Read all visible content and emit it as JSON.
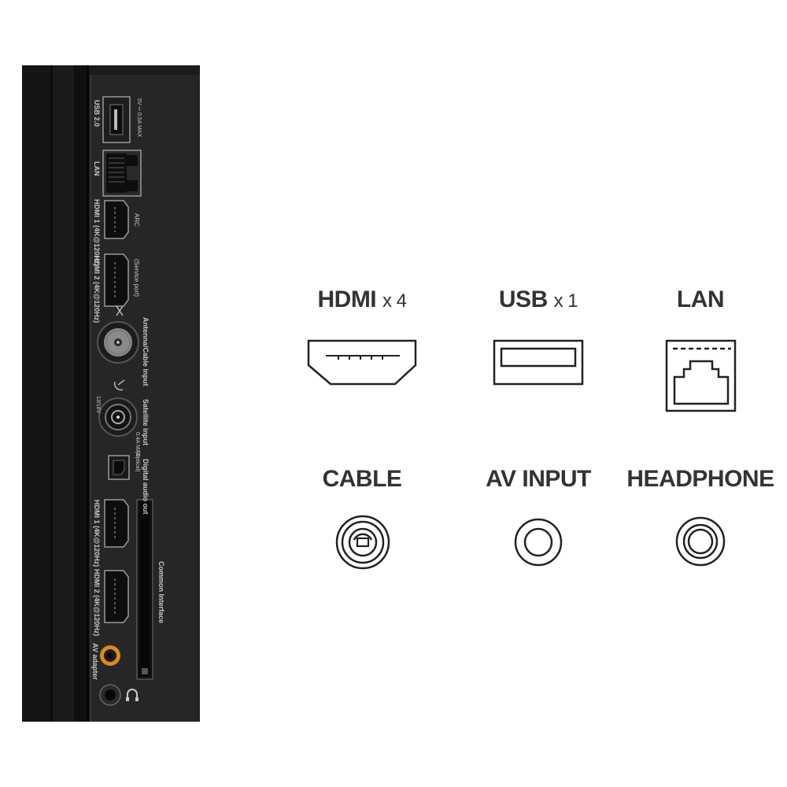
{
  "panel": {
    "port_labels": {
      "usb": "USB 2.0",
      "usb_rating": "5V ⎓ 0.5A MAX",
      "lan": "LAN",
      "hdmi1_top": "HDMI 1 (4K@120Hz)",
      "arc": "ARC",
      "hdmi2_top": "HDMI 2 (4K@120Hz)",
      "service": "(Service port)",
      "antenna": "Antenna/Cable input",
      "satellite": "Satellite input",
      "sat_rating_1": "13/18V",
      "sat_rating_2": "0.4A MAX",
      "digital_audio": "Digital audio out",
      "optical": "(Optical)",
      "hdmi1_bottom": "HDMI 1 (4K@120Hz)",
      "common_interface": "Common Interface",
      "hdmi2_bottom": "HDMI 2 (4K@120Hz)",
      "av_adapter": "AV adapter"
    }
  },
  "ports": {
    "hdmi": {
      "name": "HDMI",
      "count": "x 4"
    },
    "usb": {
      "name": "USB",
      "count": "x 1"
    },
    "lan": {
      "name": "LAN"
    },
    "cable": {
      "name": "CABLE"
    },
    "av_input": {
      "name": "AV INPUT"
    },
    "headphone": {
      "name": "HEADPHONE"
    }
  },
  "icons": {
    "hdmi": "hdmi-port-icon",
    "usb": "usb-port-icon",
    "lan": "ethernet-port-icon",
    "cable": "coax-connector-icon",
    "av": "av-jack-icon",
    "headphone": "headphone-jack-icon"
  },
  "colors": {
    "panel": "#1b1b1b",
    "ports_plate": "#262626",
    "label_text": "#c9c9c9",
    "heading_text": "#333333",
    "icon_stroke": "#222222",
    "av_accent": "#d98a1a"
  }
}
